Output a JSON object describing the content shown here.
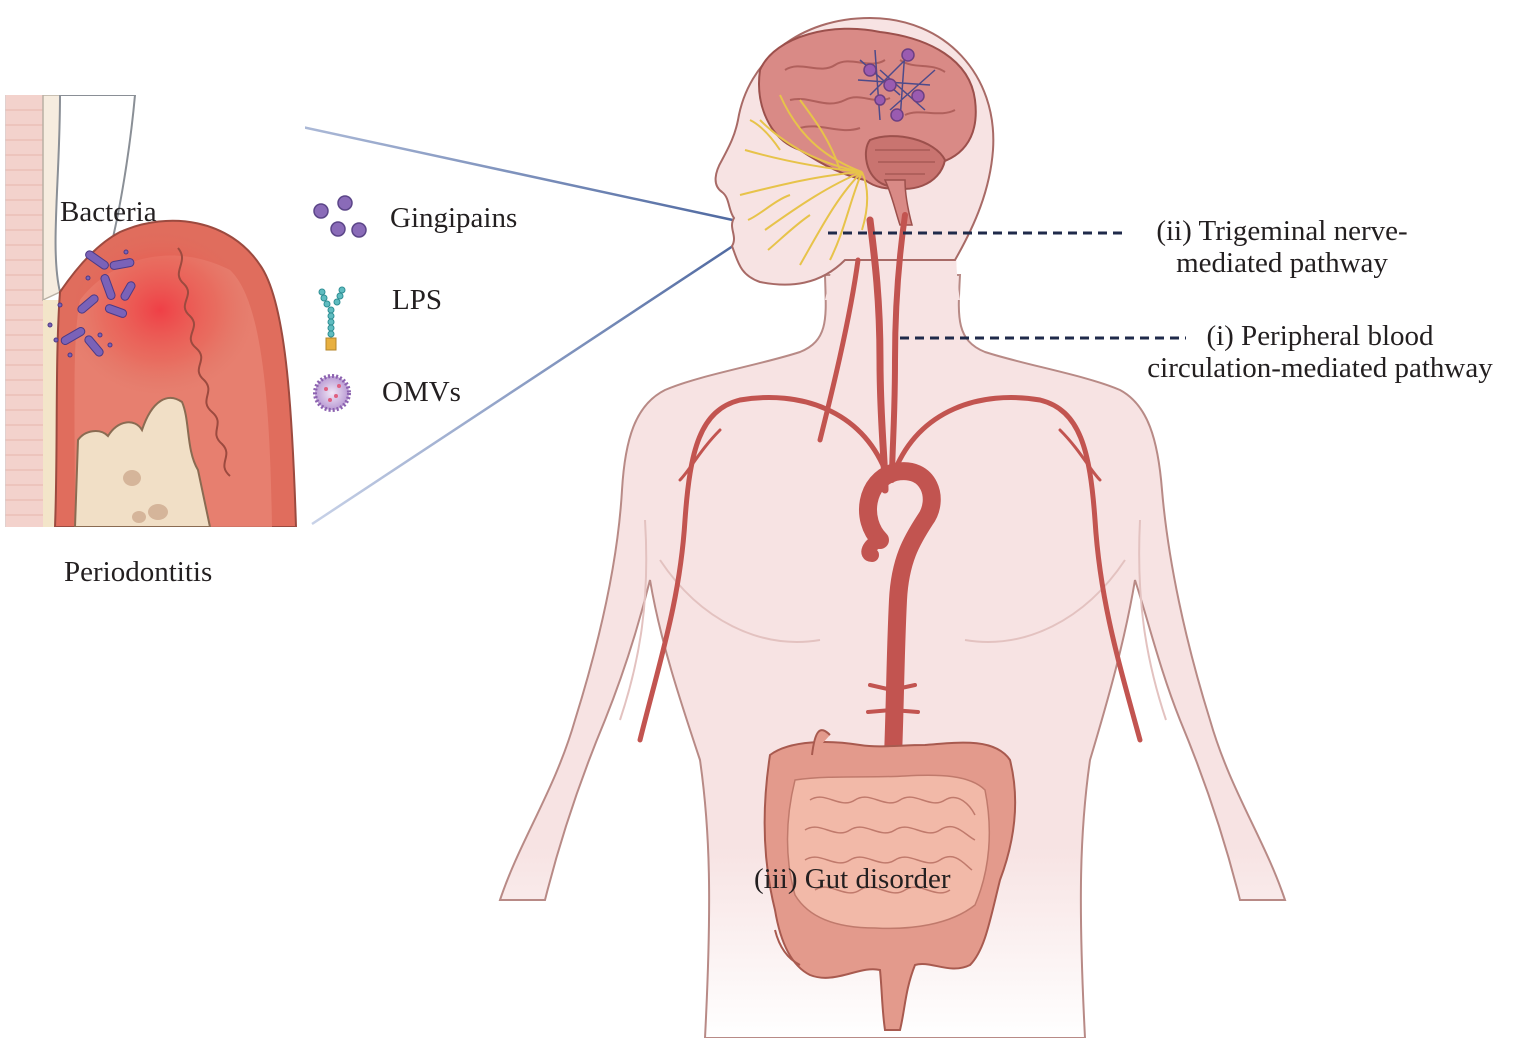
{
  "inset": {
    "bacteria_label": "Bacteria",
    "periodontitis_label": "Periodontitis"
  },
  "legend": {
    "items": [
      {
        "label": "Gingipains",
        "icon": "gingipains-icon"
      },
      {
        "label": "LPS",
        "icon": "lps-icon"
      },
      {
        "label": "OMVs",
        "icon": "omvs-icon"
      }
    ]
  },
  "pathways": {
    "trigeminal_line1": "(ii) Trigeminal nerve-",
    "trigeminal_line2": "mediated pathway",
    "blood_line1": "(i) Peripheral blood",
    "blood_line2": "circulation-mediated pathway",
    "gut": "(iii) Gut disorder"
  },
  "colors": {
    "skin": "#f7e3e3",
    "skin_outline": "#a86a66",
    "artery": "#c25450",
    "nerve": "#e7c34a",
    "brain": "#d98a86",
    "gum": "#e07060",
    "inflammation": "#f03c44",
    "bacteria": "#7a62b8",
    "pathway_line": "#1f2a4a",
    "zoom_line": "#7e90b8"
  }
}
